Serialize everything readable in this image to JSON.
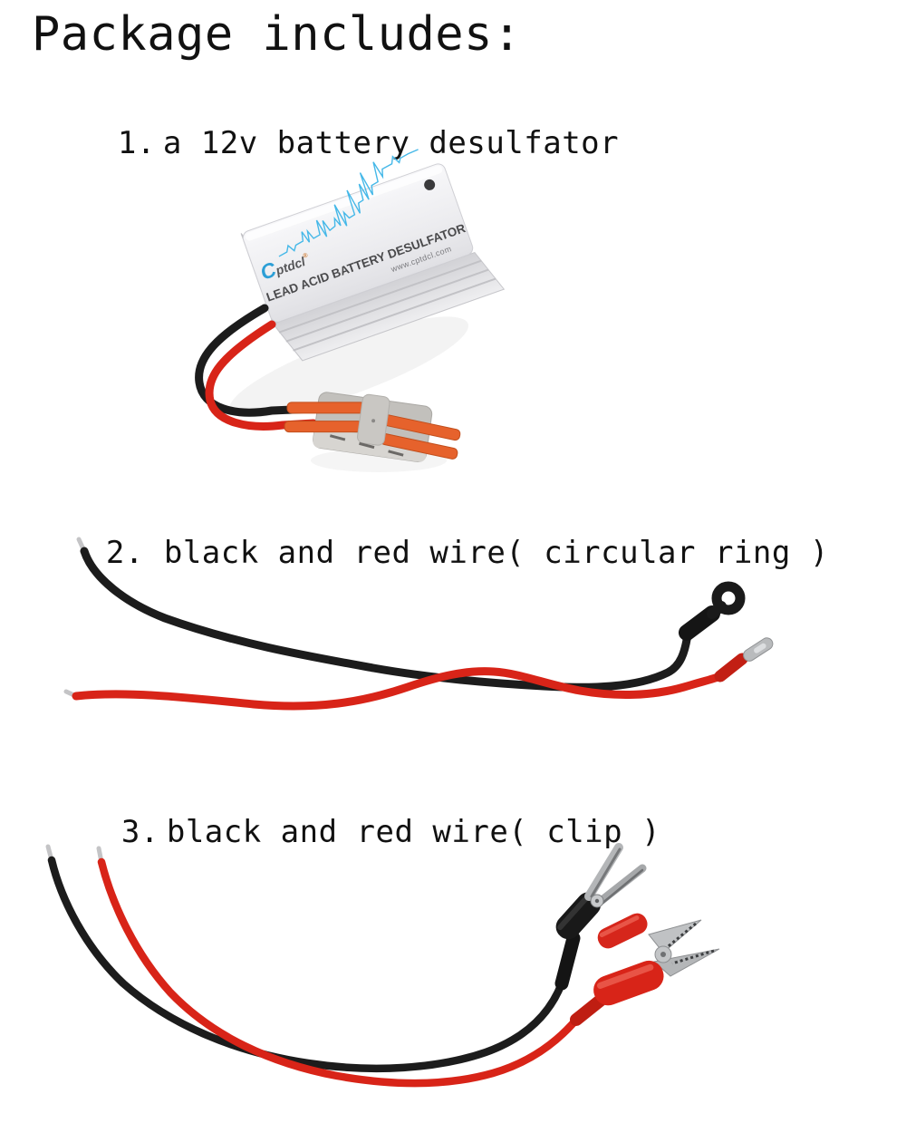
{
  "title": "Package includes:",
  "items": [
    {
      "number": "1.",
      "label": "a 12v battery desulfator"
    },
    {
      "number": "2.",
      "label": "black and red wire( circular ring )"
    },
    {
      "number": "3.",
      "label": "black and red wire( clip )"
    }
  ],
  "device": {
    "brand_c": "C",
    "brand_rest": "ptdcl",
    "trademark": "®",
    "label": "LEAD ACID BATTERY DESULFATOR",
    "website": "www.cptdcl.com"
  },
  "colors": {
    "text": "#111111",
    "background": "#ffffff",
    "brand_blue": "#2d9fd6",
    "waveform_cyan": "#45b8e8",
    "label_text": "#4a4a4c",
    "device_body": "#ededef",
    "device_side": "#d6d6d9",
    "led": "#3a3a3c",
    "wire_black": "#1c1c1c",
    "wire_red": "#d82418",
    "connector_gray": "#c2c0bc",
    "lever_orange": "#e6622c",
    "metal_silver": "#c0c2c4"
  }
}
